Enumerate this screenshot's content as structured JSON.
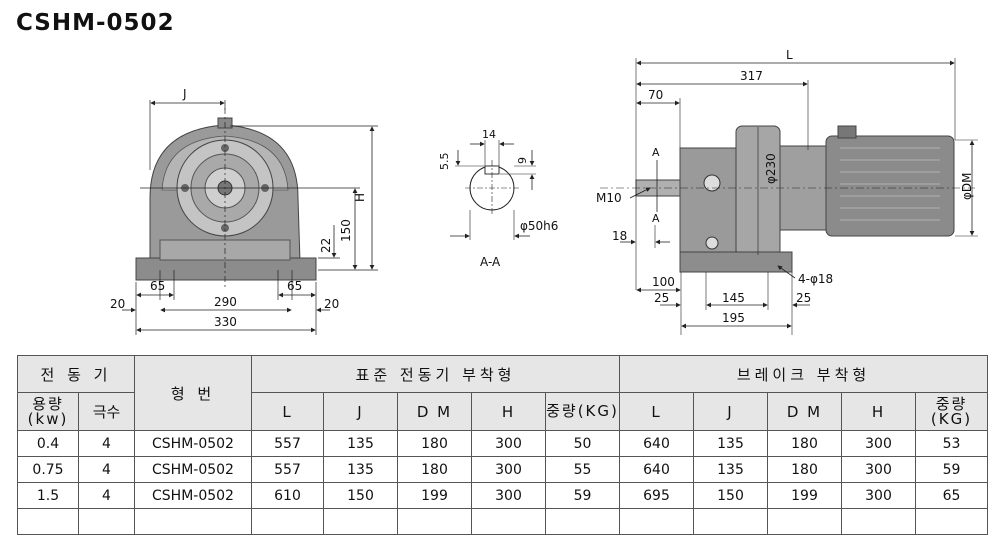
{
  "title": "CSHM-0502",
  "drawing": {
    "front": {
      "dim_J": "J",
      "dim_H": "H",
      "dim_150": "150",
      "dim_22": "22",
      "dim_65_left": "65",
      "dim_65_right": "65",
      "dim_20_left": "20",
      "dim_20_right": "20",
      "dim_290": "290",
      "dim_330": "330"
    },
    "section": {
      "dim_14": "14",
      "dim_5_5": "5.5",
      "dim_9": "9",
      "dim_shaft": "φ50h6",
      "label": "A-A"
    },
    "side": {
      "dim_L": "L",
      "dim_317": "317",
      "dim_70": "70",
      "dim_230": "φ230",
      "dim_DM": "φDM",
      "label_A_top": "A",
      "label_A_bottom": "A",
      "label_M10": "M10",
      "dim_18": "18",
      "dim_100": "100",
      "dim_holes": "4-φ18",
      "dim_25_left": "25",
      "dim_145": "145",
      "dim_25_right": "25",
      "dim_195": "195"
    }
  },
  "table": {
    "header": {
      "motor_group": "전 동 기",
      "model": "형 번",
      "standard_group": "표준 전동기 부착형",
      "brake_group": "브레이크 부착형",
      "capacity": "용량\n(kw)",
      "poles": "극수",
      "cols": [
        "L",
        "J",
        "D M",
        "H",
        "중량(KG)"
      ]
    },
    "rows": [
      {
        "kw": "0.4",
        "poles": "4",
        "model": "CSHM-0502",
        "std": [
          "557",
          "135",
          "180",
          "300",
          "50"
        ],
        "brk": [
          "640",
          "135",
          "180",
          "300",
          "53"
        ]
      },
      {
        "kw": "0.75",
        "poles": "4",
        "model": "CSHM-0502",
        "std": [
          "557",
          "135",
          "180",
          "300",
          "55"
        ],
        "brk": [
          "640",
          "135",
          "180",
          "300",
          "59"
        ]
      },
      {
        "kw": "1.5",
        "poles": "4",
        "model": "CSHM-0502",
        "std": [
          "610",
          "150",
          "199",
          "300",
          "59"
        ],
        "brk": [
          "695",
          "150",
          "199",
          "300",
          "65"
        ]
      }
    ]
  }
}
